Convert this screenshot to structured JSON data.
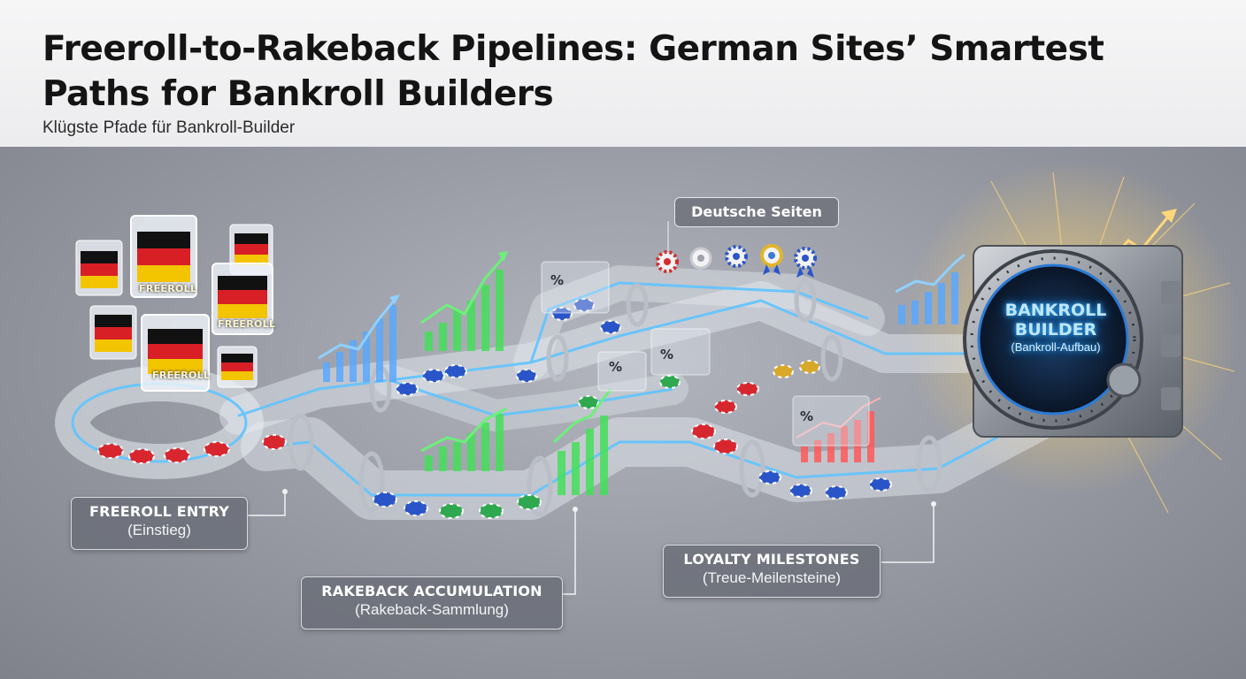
{
  "header": {
    "title": "Freeroll-to-Rakeback Pipelines: German Sites’ Smartest Paths for Bankroll Builders",
    "subtitle": "Klügste Pfade für Bankroll-Builder"
  },
  "scene": {
    "sites_tag": "Deutsche Seiten",
    "card_label": "FREEROLL",
    "vault": {
      "line1": "BANKROLL",
      "line2": "BUILDER",
      "line3": "(Bankroll-Aufbau)"
    },
    "percent_symbol": "%"
  },
  "callouts": {
    "freeroll": {
      "main": "FREEROLL ENTRY",
      "sub": "(Einstieg)"
    },
    "rakeback": {
      "main": "RAKEBACK ACCUMULATION",
      "sub": "(Rakeback-Sammlung)"
    },
    "loyalty": {
      "main": "LOYALTY MILESTONES",
      "sub": "(Treue-Meilensteine)"
    }
  },
  "colors": {
    "chip_red": "#d8262f",
    "chip_blue": "#2a55c8",
    "chip_green": "#2fa84f",
    "chip_gold": "#d7a82a",
    "glow_blue": "#4fb8ff",
    "bar_green": "#44e05a",
    "bar_blue": "#5aa8ff",
    "bar_red": "#ff5a5a"
  },
  "icons": [
    "flag-card-icon",
    "poker-chip-icon",
    "growth-chart-icon",
    "site-badge-icon",
    "vault-door-icon",
    "trend-arrow-icon"
  ]
}
